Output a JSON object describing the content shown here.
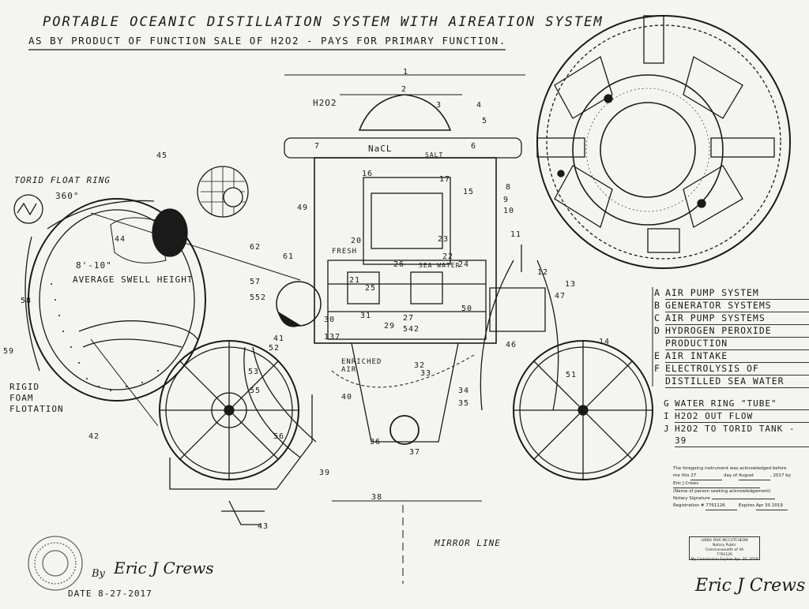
{
  "title": "PORTABLE OCEANIC DISTILLATION SYSTEM WITH AIREATION SYSTEM",
  "subtitle": "AS BY PRODUCT OF FUNCTION SALE OF H2O2 - PAYS FOR PRIMARY FUNCTION.",
  "labels": {
    "torid_float_ring": "TORID FLOAT RING",
    "deg360": "360°",
    "swell_height_value": "8'-10\"",
    "swell_height": "AVERAGE SWELL HEIGHT",
    "rigid": "RIGID",
    "foam": "FOAM",
    "flotation": "FLOTATION",
    "h2o2_top": "H2O2",
    "nacl": "NaCL",
    "salt": "SALT",
    "fresh": "FRESH",
    "sea_water": "SEA WATER",
    "enriched_air": "ENRICHED AIR",
    "mirror_line": "MIRROR LINE",
    "by": "By",
    "date": "DATE 8-27-2017"
  },
  "numbers": [
    "1",
    "2",
    "3",
    "4",
    "5",
    "6",
    "7",
    "8",
    "9",
    "10",
    "11",
    "12",
    "13",
    "14",
    "15",
    "16",
    "17",
    "20",
    "21",
    "22",
    "23",
    "24",
    "25",
    "26",
    "27",
    "29",
    "30",
    "31",
    "32",
    "33",
    "34",
    "35",
    "36",
    "37",
    "38",
    "39",
    "40",
    "41",
    "42",
    "43",
    "44",
    "45",
    "46",
    "47",
    "49",
    "50",
    "51",
    "52",
    "53",
    "55",
    "56",
    "57",
    "58",
    "59",
    "61",
    "62",
    "137",
    "542",
    "552"
  ],
  "legend": [
    {
      "key": "A",
      "value": "AIR PUMP SYSTEM"
    },
    {
      "key": "B",
      "value": "GENERATOR SYSTEMS"
    },
    {
      "key": "C",
      "value": "AIR PUMP SYSTEMS"
    },
    {
      "key": "D",
      "value": "HYDROGEN PEROXIDE"
    },
    {
      "key": "",
      "value": "PRODUCTION"
    },
    {
      "key": "E",
      "value": "AIR INTAKE"
    },
    {
      "key": "F",
      "value": "ELECTROLYSIS OF"
    },
    {
      "key": "",
      "value": "DISTILLED SEA WATER"
    }
  ],
  "legend2": [
    {
      "key": "G",
      "value": "WATER RING \"TUBE\""
    },
    {
      "key": "I",
      "value": "H2O2 OUT FLOW"
    },
    {
      "key": "J",
      "value": "H2O2 TO TORID TANK - 39"
    }
  ],
  "notary": {
    "line1": "The foregoing instrument was acknowledged before",
    "line2a": "me this",
    "day": "27",
    "line2b": "day of",
    "month": "August",
    "year": "2017",
    "line2c": "by",
    "name": "Eric J Crews",
    "line3": "(Name of person seeking acknowledgement)",
    "notary_sig_label": "Notary Signature",
    "registration_label": "Registration #",
    "registration_value": "7761126",
    "expires_label": "Expires",
    "expires_value": "Apr 30 2019",
    "stamp": [
      "LINDA FAYE MCCUTCHEON",
      "Notary Public",
      "Commonwealth of VA",
      "7761126",
      "My Commission Expires Apr. 30, 2019"
    ]
  },
  "signature": "Eric J Crews",
  "colors": {
    "ink": "#1a1a1a",
    "paper": "#f4f4f2"
  }
}
